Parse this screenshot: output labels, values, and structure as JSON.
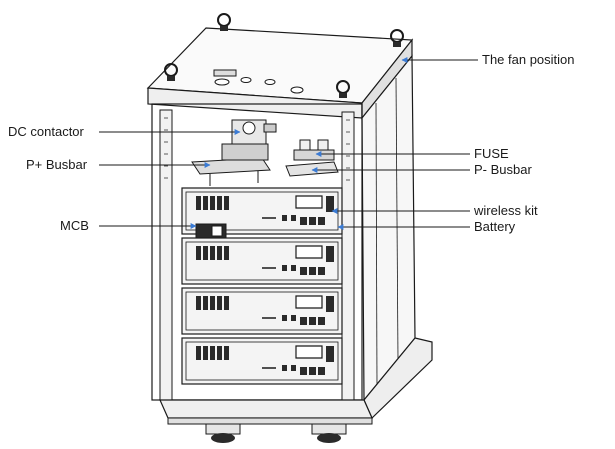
{
  "labels": {
    "fan_position": "The fan position",
    "dc_contactor": "DC contactor",
    "p_plus_busbar": "P+ Busbar",
    "mcb": "MCB",
    "fuse": "FUSE",
    "p_minus_busbar": "P- Busbar",
    "wireless_kit": "wireless kit",
    "battery": "Battery"
  },
  "module_count": 4,
  "colors": {
    "line": "#1a1a1a",
    "pointer": "#3a7bd5",
    "fill_light": "#f4f4f4",
    "fill_mid": "#d8d8d8",
    "fill_dark": "#2a2a2a"
  },
  "icons": [
    "lifting-eye-icon",
    "caster-wheel-icon"
  ]
}
